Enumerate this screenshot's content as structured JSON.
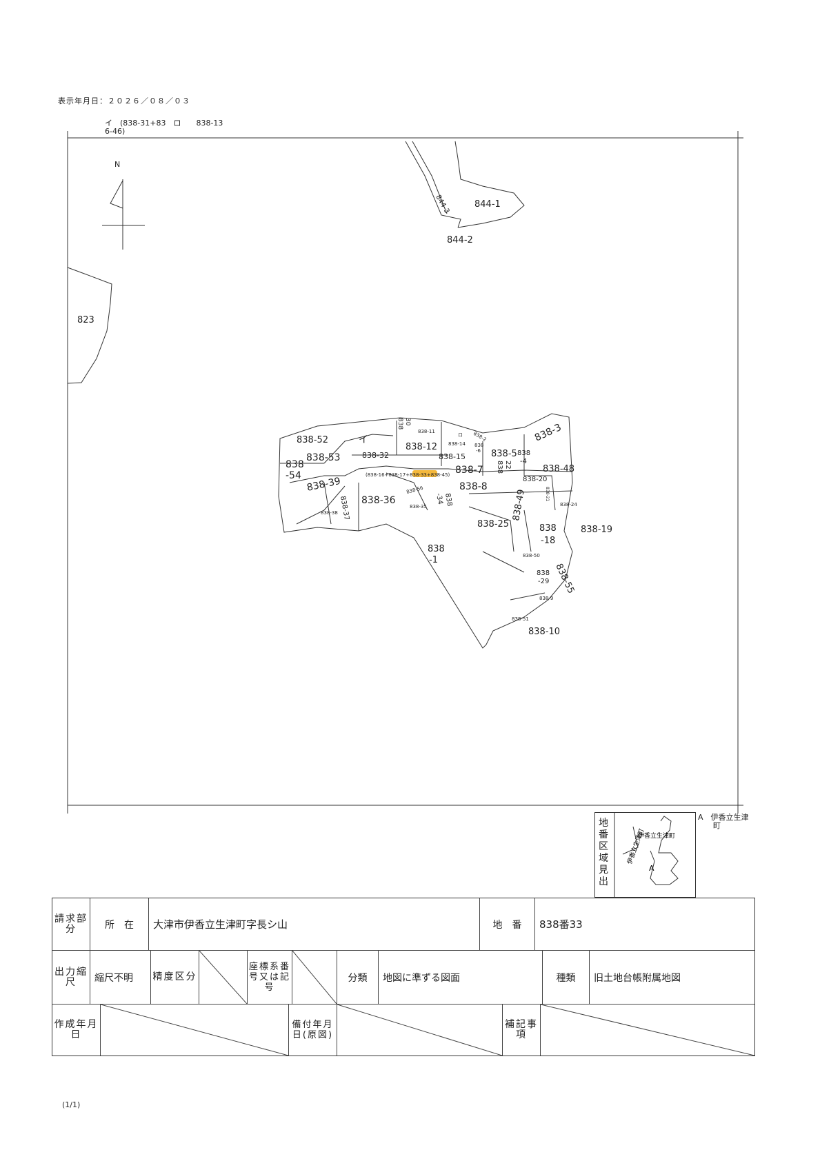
{
  "header": {
    "display_date": "表示年月日：２０２６／０８／０３",
    "note_line1": "イ　(838-31+83　ロ　　838-13",
    "note_line2": "6-46)"
  },
  "map": {
    "north_label": "N",
    "parcels_top": [
      "844-1",
      "844-3",
      "844-2"
    ],
    "parcel_823": "823",
    "parcels": {
      "p838_52": "838-52",
      "p838_53": "838-53",
      "p838_54a": "838",
      "p838_54b": "-54",
      "p838_39": "838-39",
      "p838_37": "838-37",
      "p838_38": "838-38",
      "p838_36": "838-36",
      "p838_35": "838-35",
      "p838_56": "838-56",
      "p838_34a": "838",
      "p838_34b": "-34",
      "p_i": "イ",
      "p838_32": "838-32",
      "p838_30a": "838",
      "p838_30b": "30",
      "p838_11": "838-11",
      "p838_12": "838-12",
      "p_ro": "ロ",
      "p838_14": "838-14",
      "p838_15": "838-15",
      "p838_6a": "838",
      "p838_6b": "-6",
      "p838_2": "838-2",
      "p838_5": "838-5",
      "p838_4a": "838",
      "p838_4b": "-4",
      "p838_3": "838-3",
      "p838_7": "838-7",
      "p838_8": "838-8",
      "p838_22a": "838",
      "p838_22b": "22",
      "p838_48": "838-48",
      "p838_20": "838-20",
      "p838_21": "838-21",
      "p838_24": "838-24",
      "p838_25": "838-25",
      "p838_49": "838-49",
      "p838_18a": "838",
      "p838_18b": "-18",
      "p838_19": "838-19",
      "p838_50": "838-50",
      "p838_29a": "838",
      "p838_29b": "-29",
      "p838_55": "838-55",
      "p838_9": "838-9",
      "p838_51": "838-51",
      "p838_10": "838-10",
      "p838_1a": "838",
      "p838_1b": "-1"
    },
    "combined_strip": {
      "prefix": "(838-16+838-17+",
      "highlighted": "838-33",
      "middle": "+",
      "highlighted2": "838",
      "suffix": "-45)"
    },
    "highlight_color": "#f4b83c"
  },
  "index_inset": {
    "title": "地番区域見出",
    "legend": "A　伊香立生津\n　　町",
    "map_label_a": "伊香立生津町",
    "map_label_b": "伊香立生津町",
    "marker": "A"
  },
  "form": {
    "row1": {
      "requester_label": "請求部分",
      "location_label": "所　在",
      "location_value": "大津市伊香立生津町字長シ山",
      "lot_label": "地　番",
      "lot_value": "838番33"
    },
    "row2": {
      "scale_label": "出力縮尺",
      "scale_value": "縮尺不明",
      "precision_label": "精度区分",
      "coord_label": "座標系番号又は記号",
      "class_label": "分類",
      "class_value": "地図に準ずる図面",
      "type_label": "種類",
      "type_value": "旧土地台帳附属地図"
    },
    "row3": {
      "created_label": "作成年月日",
      "filed_label": "備付年月日(原図)",
      "remarks_label": "補記事項"
    }
  },
  "footer": {
    "page": "(1/1)"
  }
}
